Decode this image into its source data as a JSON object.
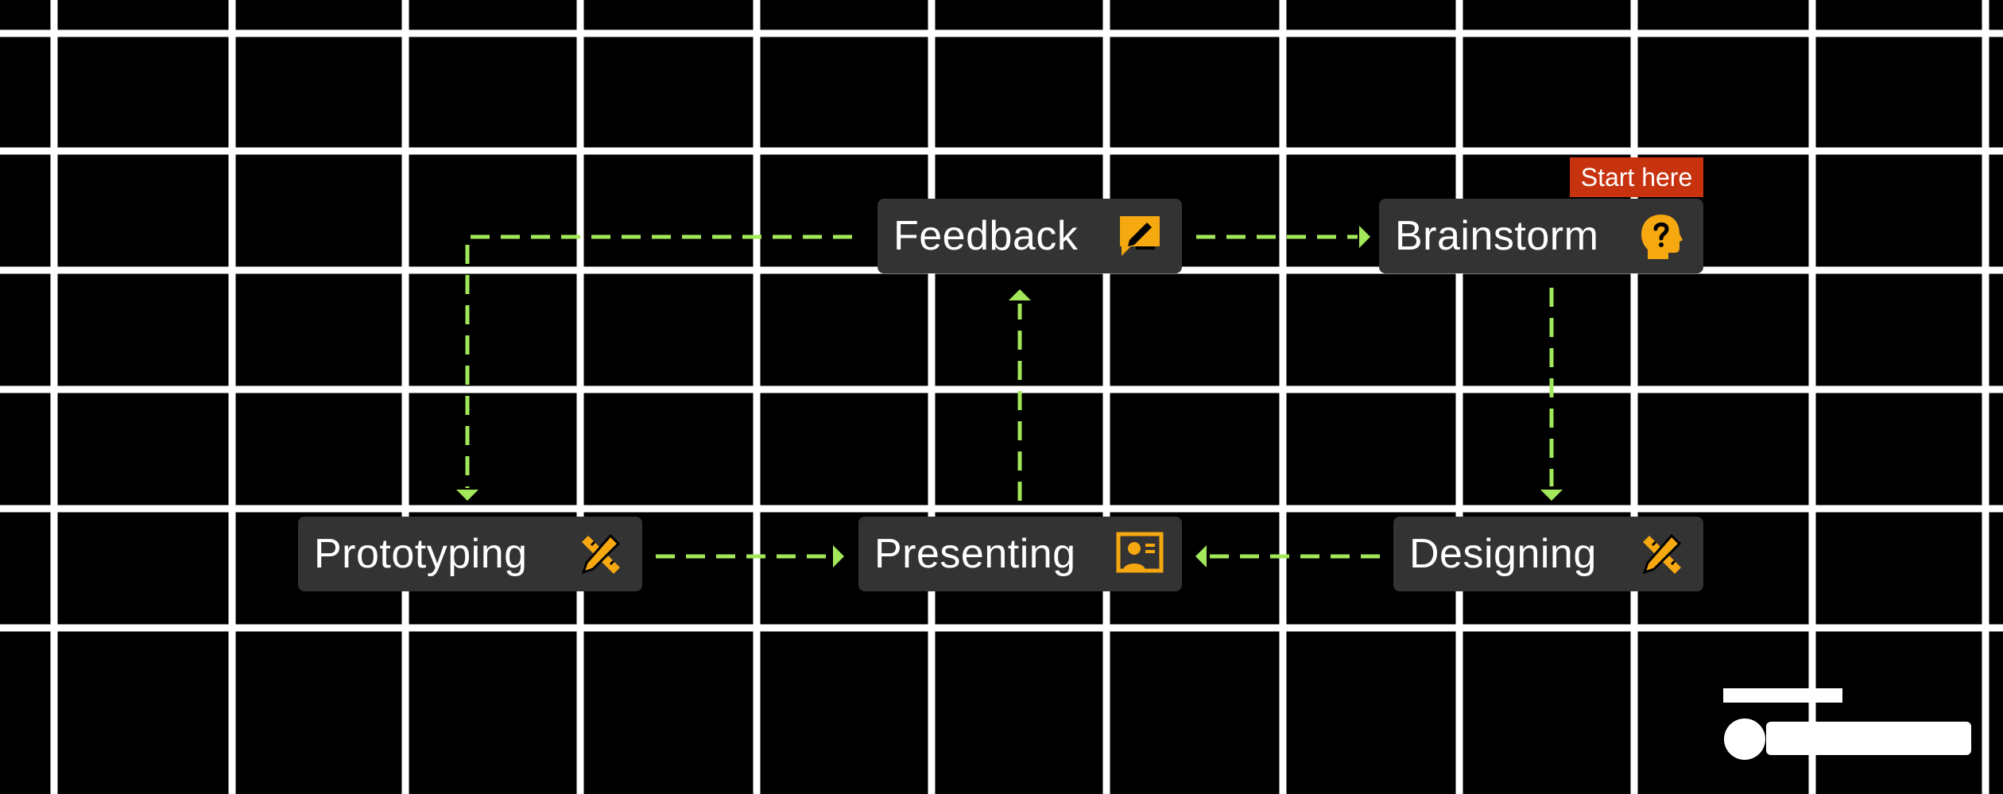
{
  "diagram": {
    "nodes": [
      {
        "id": "feedback",
        "label": "Feedback",
        "icon": "feedback-chat-pen-icon"
      },
      {
        "id": "brainstorm",
        "label": "Brainstorm",
        "icon": "head-question-icon"
      },
      {
        "id": "prototyping",
        "label": "Prototyping",
        "icon": "pencil-ruler-icon"
      },
      {
        "id": "presenting",
        "label": "Presenting",
        "icon": "presentation-person-icon"
      },
      {
        "id": "designing",
        "label": "Designing",
        "icon": "pencil-ruler-icon"
      }
    ],
    "edges": [
      {
        "from": "feedback",
        "to": "brainstorm"
      },
      {
        "from": "brainstorm",
        "to": "designing"
      },
      {
        "from": "designing",
        "to": "presenting"
      },
      {
        "from": "prototyping",
        "to": "presenting"
      },
      {
        "from": "presenting",
        "to": "feedback"
      },
      {
        "from": "feedback",
        "to": "prototyping"
      }
    ],
    "start_badge": "Start here"
  },
  "colors": {
    "background": "#000000",
    "grid": "#ffffff",
    "node_fill": "#333333",
    "node_text": "#ffffff",
    "icon": "#f5a80f",
    "connector": "#a3e85a",
    "badge": "#c8330f"
  }
}
